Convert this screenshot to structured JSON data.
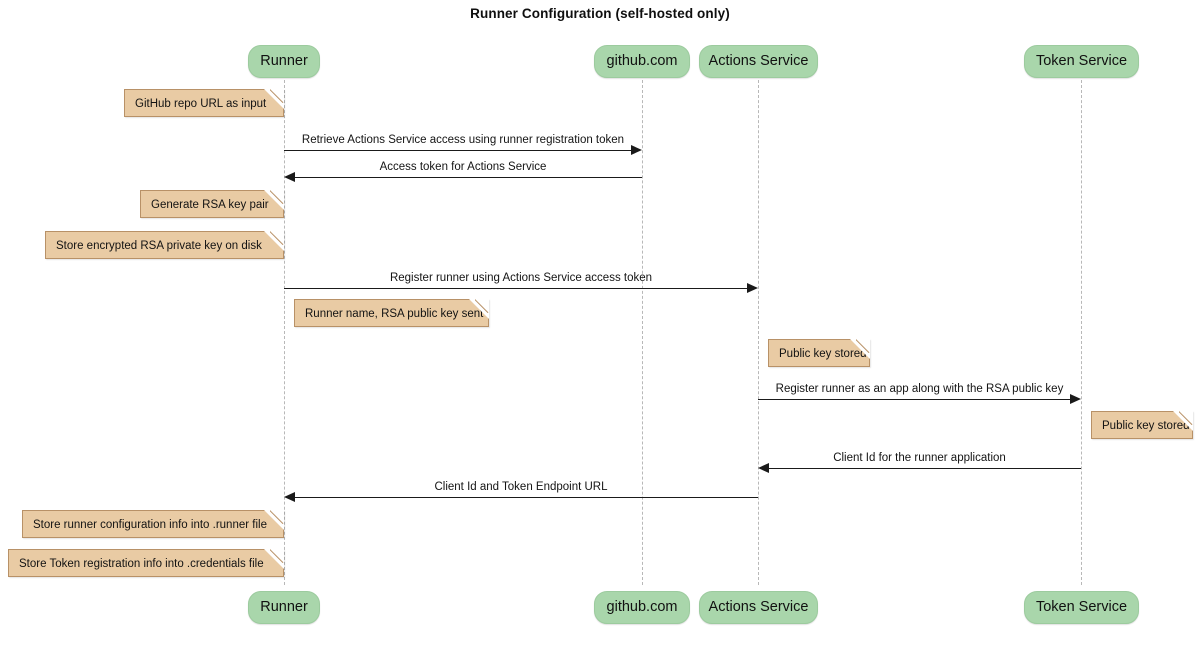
{
  "diagram": {
    "title": "Runner Configuration (self-hosted only)",
    "type": "sequence-diagram",
    "colors": {
      "participant_fill": "#a9d6ab",
      "participant_border": "#9ccb9e",
      "note_fill": "#e9cba4",
      "note_border": "#b89167",
      "lifeline": "#b8b8b8",
      "arrow": "#1a1a1a",
      "background": "#ffffff"
    }
  },
  "participants": [
    {
      "id": "runner",
      "label": "Runner"
    },
    {
      "id": "github",
      "label": "github.com"
    },
    {
      "id": "actions",
      "label": "Actions Service"
    },
    {
      "id": "token",
      "label": "Token Service"
    }
  ],
  "messages": [
    {
      "id": "m1",
      "label": "Retrieve Actions Service access using runner registration token",
      "from": "runner",
      "to": "github",
      "direction": "right"
    },
    {
      "id": "m2",
      "label": "Access token for Actions Service",
      "from": "github",
      "to": "runner",
      "direction": "left"
    },
    {
      "id": "m3",
      "label": "Register runner using Actions Service access token",
      "from": "runner",
      "to": "actions",
      "direction": "right"
    },
    {
      "id": "m4",
      "label": "Register runner as an app along with the RSA public key",
      "from": "actions",
      "to": "token",
      "direction": "right"
    },
    {
      "id": "m5",
      "label": "Client Id for the runner application",
      "from": "token",
      "to": "actions",
      "direction": "left"
    },
    {
      "id": "m6",
      "label": "Client Id and Token Endpoint URL",
      "from": "actions",
      "to": "runner",
      "direction": "left"
    }
  ],
  "notes": [
    {
      "id": "n1",
      "label": "GitHub repo URL as input",
      "over": "runner"
    },
    {
      "id": "n2",
      "label": "Generate RSA key pair",
      "over": "runner"
    },
    {
      "id": "n3",
      "label": "Store encrypted RSA private key on disk",
      "over": "runner"
    },
    {
      "id": "n4",
      "label": "Runner name, RSA public key sent",
      "over": "runner"
    },
    {
      "id": "n5",
      "label": "Public key stored",
      "over": "actions"
    },
    {
      "id": "n6",
      "label": "Public key stored",
      "over": "token"
    },
    {
      "id": "n7",
      "label": "Store runner configuration info into .runner file",
      "over": "runner"
    },
    {
      "id": "n8",
      "label": "Store Token registration info into .credentials file",
      "over": "runner"
    }
  ]
}
